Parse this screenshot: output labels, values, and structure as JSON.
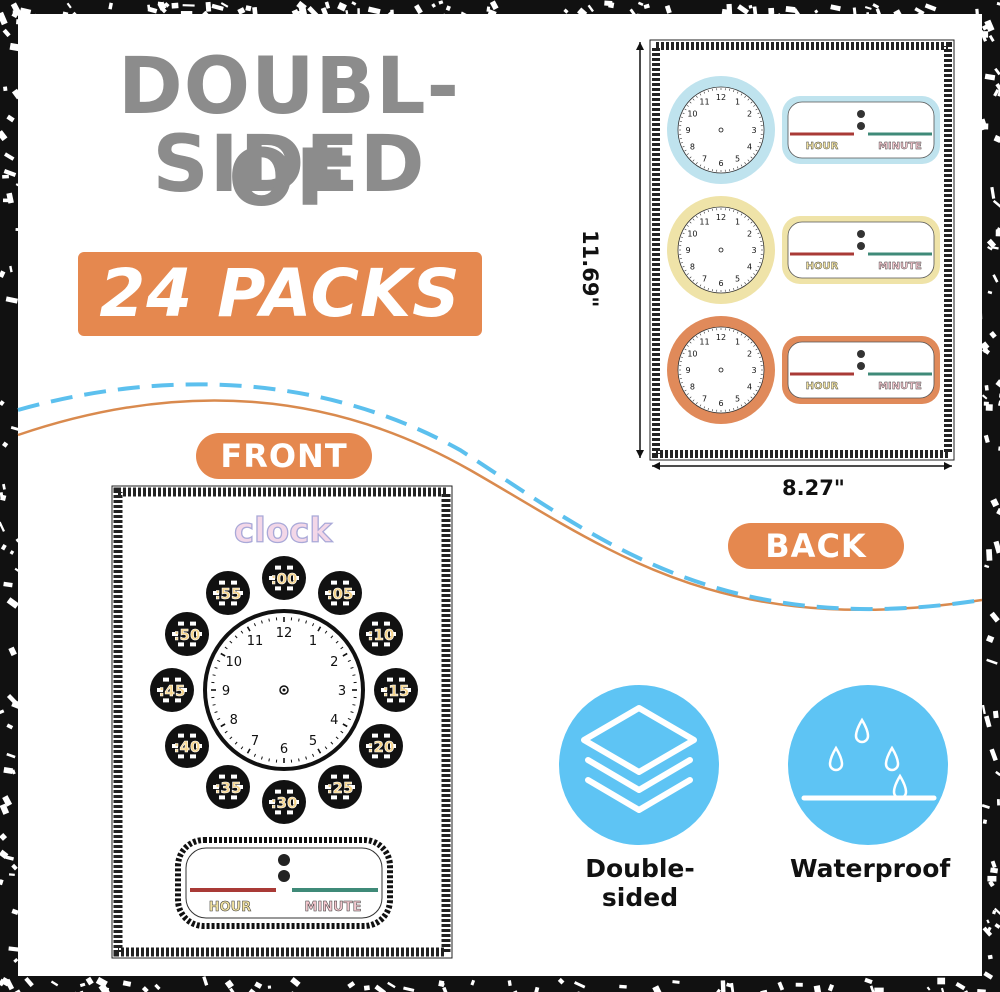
{
  "headline": {
    "line1": "DOUBL-SIDED",
    "line2": "OF",
    "packs": "24 PACKS"
  },
  "labels": {
    "front": "FRONT",
    "back": "BACK"
  },
  "dimensions": {
    "width": "8.27\"",
    "height": "11.69\""
  },
  "front_poster": {
    "title": "clock",
    "minute_marks": [
      ":00",
      ":05",
      ":10",
      ":15",
      ":20",
      ":25",
      ":30",
      ":35",
      ":40",
      ":45",
      ":50",
      ":55"
    ],
    "hour_numbers": [
      "12",
      "1",
      "2",
      "3",
      "4",
      "5",
      "6",
      "7",
      "8",
      "9",
      "10",
      "11"
    ],
    "hour_label": "HOUR",
    "minute_label": "MINUTE"
  },
  "back_poster": {
    "hour_label": "HOUR",
    "minute_label": "MINUTE",
    "ring_colors": [
      "#bfe3ee",
      "#efe3a8",
      "#e08a5a"
    ]
  },
  "features": [
    {
      "label": "Double-sided",
      "icon": "layers-icon"
    },
    {
      "label": "Waterproof",
      "icon": "water-drops-icon"
    }
  ],
  "colors": {
    "accent_orange": "#e5884f",
    "icon_blue": "#5ec4f4",
    "dash_blue": "#5cc0ee",
    "wave_orange": "#d98a4e",
    "headline_gray": "#8c8c8c"
  }
}
